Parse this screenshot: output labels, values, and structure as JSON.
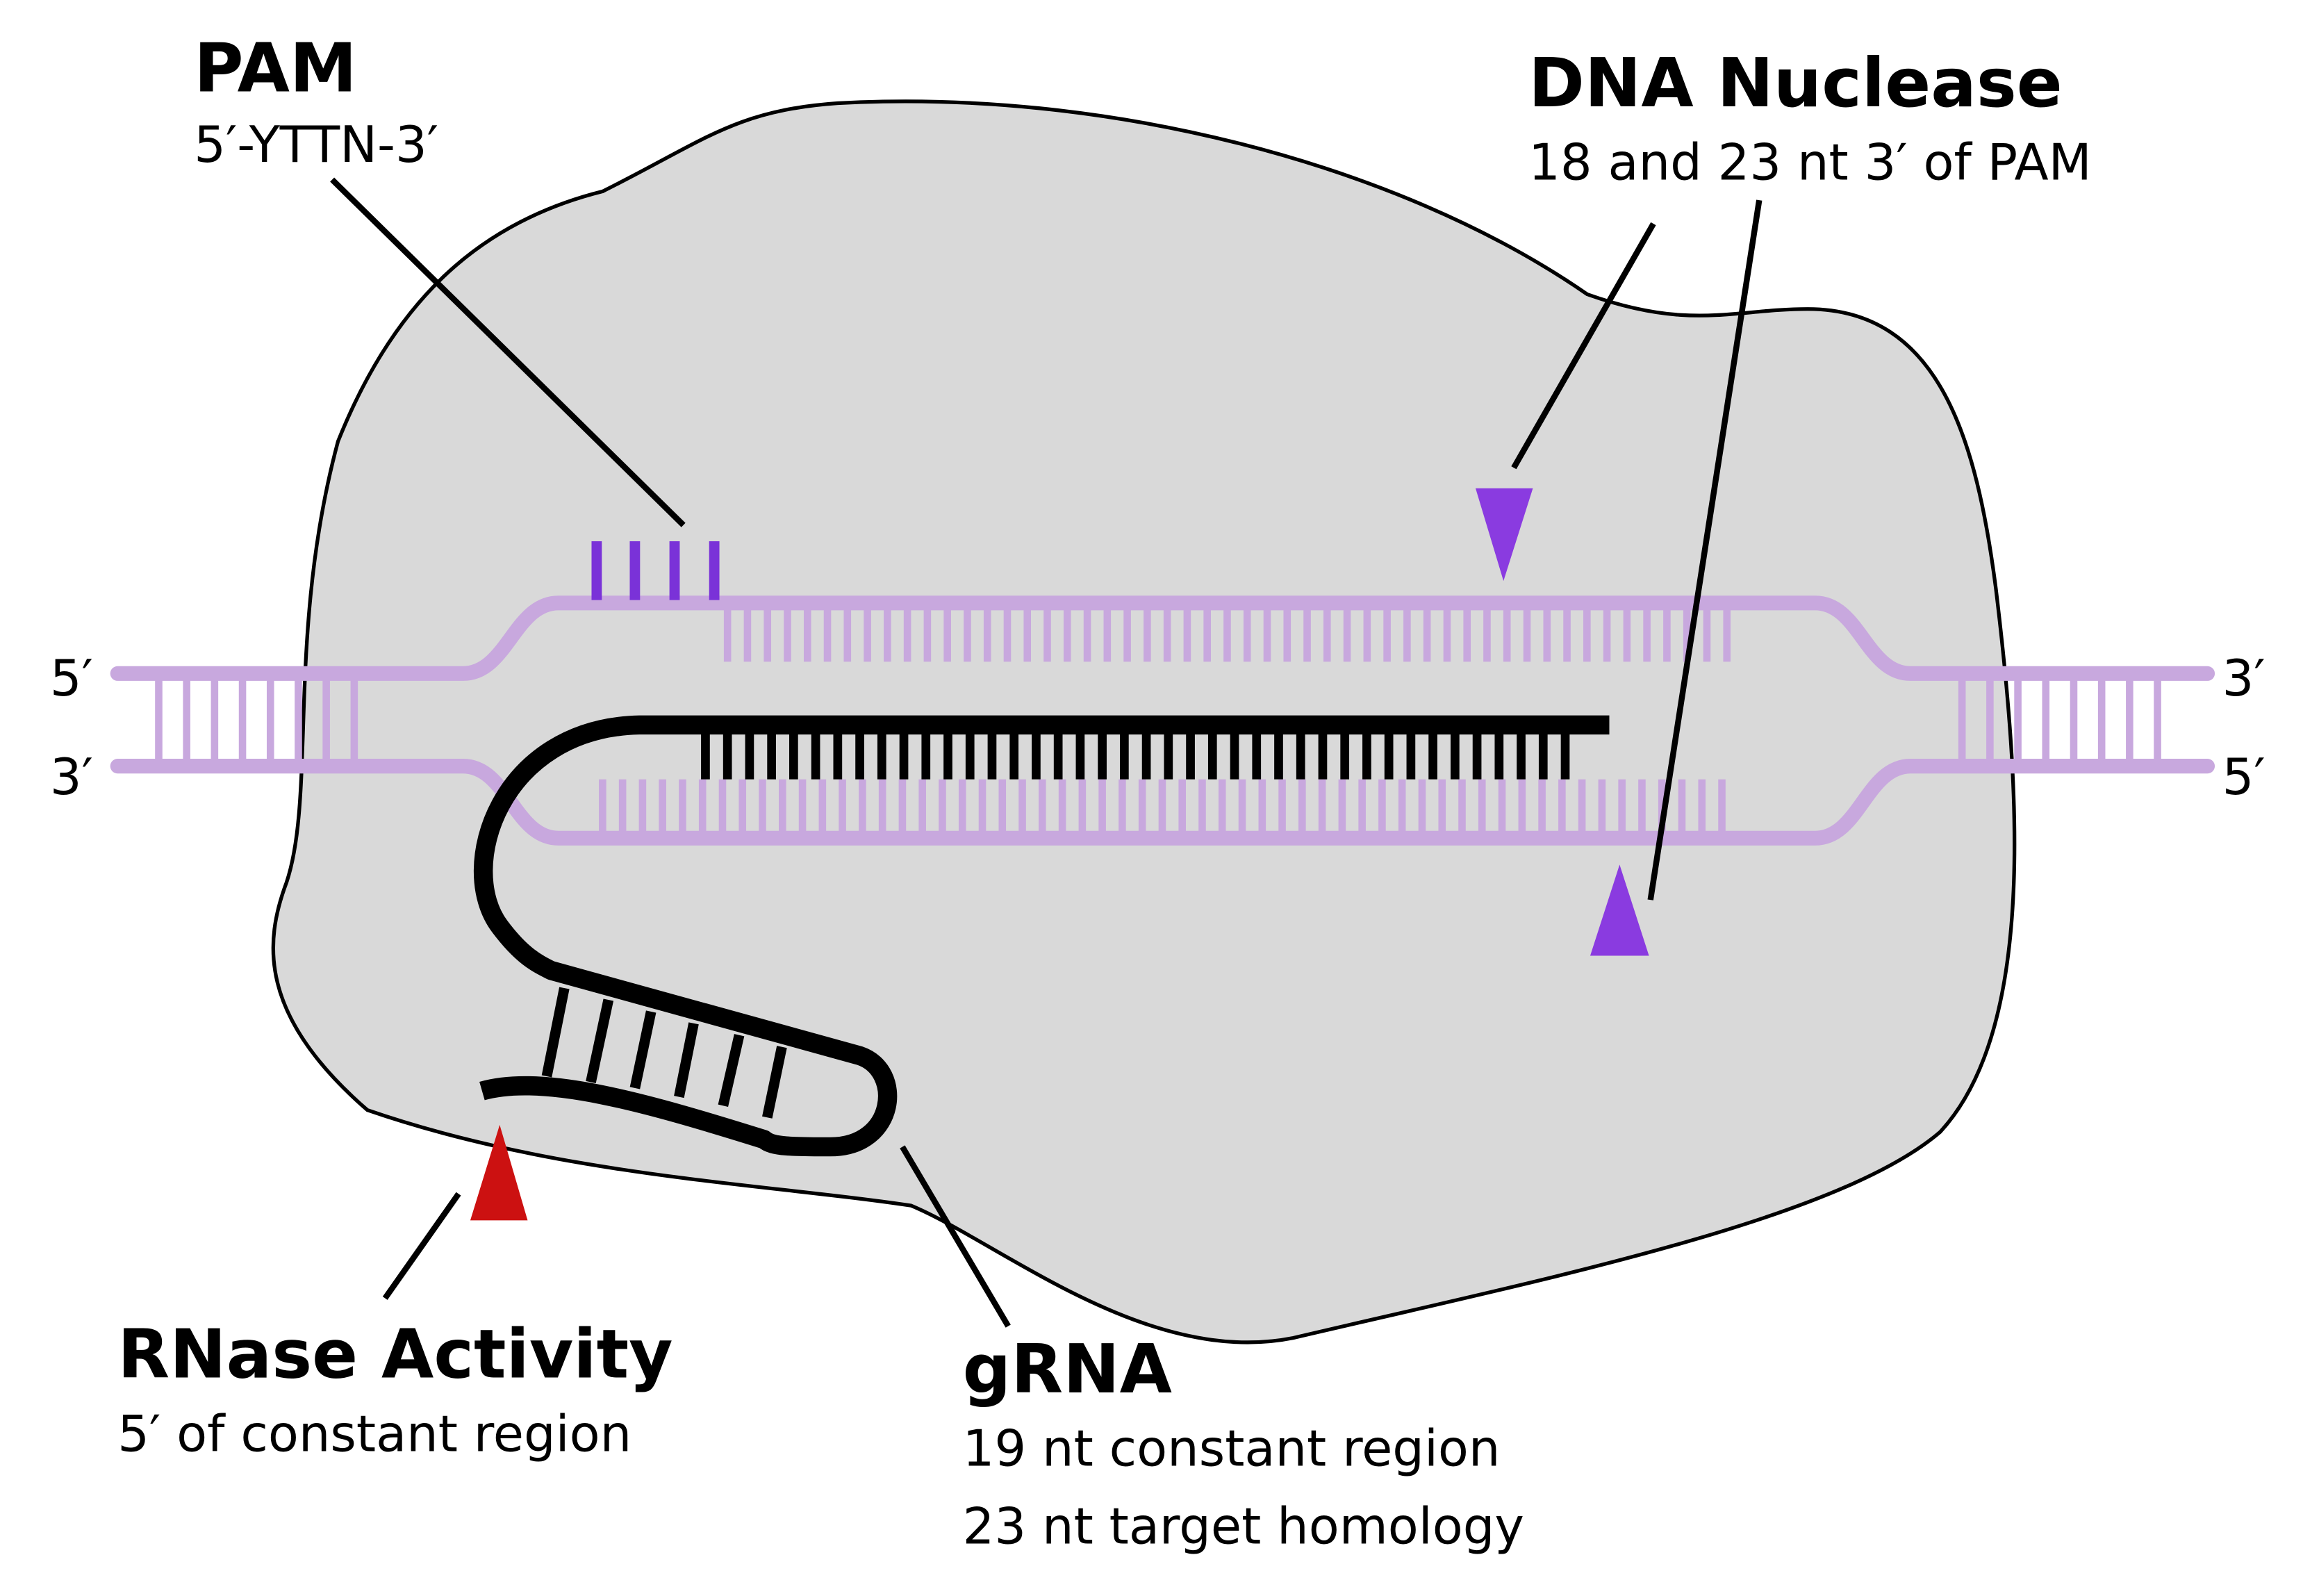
{
  "labels": {
    "pam": {
      "title": "PAM",
      "subtitle": "5′-YTTN-3′"
    },
    "nuclease": {
      "title": "DNA Nuclease",
      "subtitle": "18 and 23 nt 3′ of PAM"
    },
    "rnase": {
      "title": "RNase Activity",
      "subtitle": "5′ of constant region"
    },
    "grna": {
      "title": "gRNA",
      "line1": "19 nt constant region",
      "line2": "23 nt target homology"
    }
  },
  "strand_ends": {
    "top_left": "5′",
    "bottom_left": "3′",
    "top_right": "3′",
    "bottom_right": "5′"
  },
  "colors": {
    "protein_fill": "#d9d9d9",
    "dna": "#c8a8de",
    "pam": "#7a32d8",
    "cleavage_site": "#8a3be0",
    "rnase_site": "#cc1111",
    "grna": "#000000"
  }
}
